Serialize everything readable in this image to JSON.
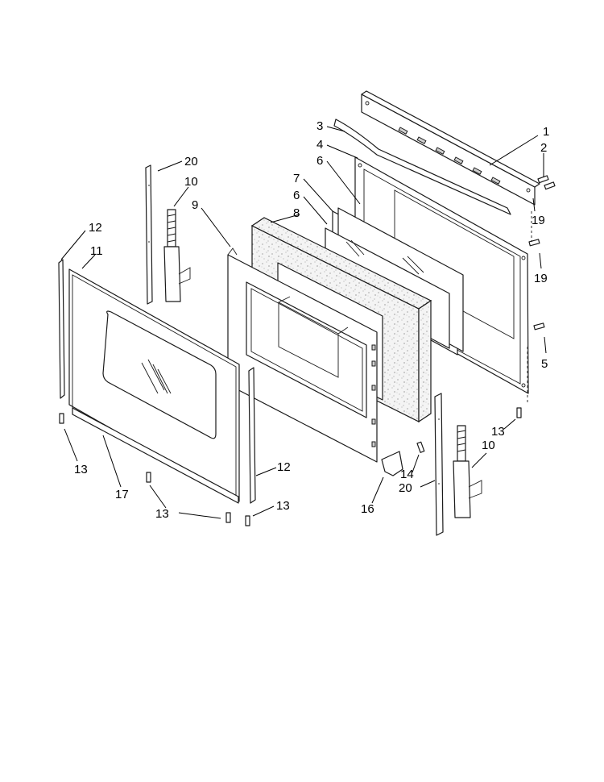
{
  "diagram": {
    "callouts": [
      {
        "id": "c1",
        "text": "1"
      },
      {
        "id": "c2",
        "text": "2"
      },
      {
        "id": "c3",
        "text": "3"
      },
      {
        "id": "c4",
        "text": "4"
      },
      {
        "id": "c6a",
        "text": "6"
      },
      {
        "id": "c7",
        "text": "7"
      },
      {
        "id": "c6b",
        "text": "6"
      },
      {
        "id": "c8",
        "text": "8"
      },
      {
        "id": "c9",
        "text": "9"
      },
      {
        "id": "c19a",
        "text": "19"
      },
      {
        "id": "c19b",
        "text": "19"
      },
      {
        "id": "c5",
        "text": "5"
      },
      {
        "id": "c20a",
        "text": "20"
      },
      {
        "id": "c10a",
        "text": "10"
      },
      {
        "id": "c12a",
        "text": "12"
      },
      {
        "id": "c11",
        "text": "11"
      },
      {
        "id": "c13a",
        "text": "13"
      },
      {
        "id": "c17",
        "text": "17"
      },
      {
        "id": "c13b",
        "text": "13"
      },
      {
        "id": "c12b",
        "text": "12"
      },
      {
        "id": "c13c",
        "text": "13"
      },
      {
        "id": "c16",
        "text": "16"
      },
      {
        "id": "c14",
        "text": "14"
      },
      {
        "id": "c20b",
        "text": "20"
      },
      {
        "id": "c13d",
        "text": "13"
      },
      {
        "id": "c10b",
        "text": "10"
      }
    ]
  }
}
